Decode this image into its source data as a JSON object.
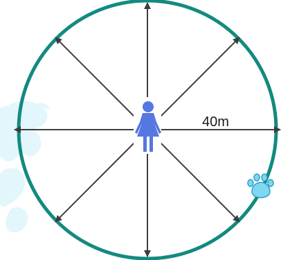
{
  "diagram": {
    "radius_label": "40m",
    "center_figure": "woman-icon",
    "paw_marker": "paw-print-icon",
    "watermark": "splash-watermark",
    "arrow_directions": [
      "north",
      "north-east",
      "east",
      "south-east",
      "south",
      "south-west",
      "west",
      "north-west"
    ]
  },
  "colors": {
    "circle": "#138a80",
    "arrows": "#3d3d3d",
    "figure": "#5577e0",
    "paw_fill": "#7ed8ef",
    "paw_outline": "#2a9fc8",
    "watermark": "#dff6fb",
    "label": "#1a1a1a"
  }
}
